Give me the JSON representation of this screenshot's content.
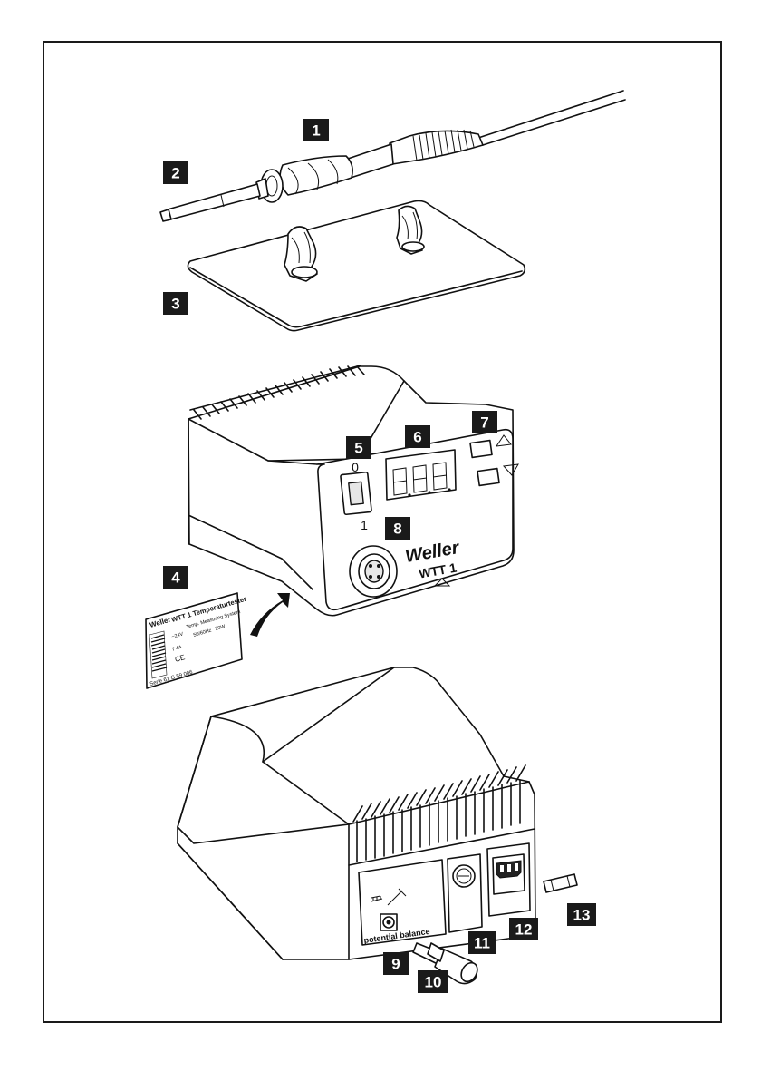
{
  "callouts": [
    {
      "id": "1",
      "label": "1"
    },
    {
      "id": "2",
      "label": "2"
    },
    {
      "id": "3",
      "label": "3"
    },
    {
      "id": "4",
      "label": "4"
    },
    {
      "id": "5",
      "label": "5"
    },
    {
      "id": "6",
      "label": "6"
    },
    {
      "id": "7",
      "label": "7"
    },
    {
      "id": "8",
      "label": "8"
    },
    {
      "id": "9",
      "label": "9"
    },
    {
      "id": "10",
      "label": "10"
    },
    {
      "id": "11",
      "label": "11"
    },
    {
      "id": "12",
      "label": "12"
    },
    {
      "id": "13",
      "label": "13"
    }
  ],
  "front_panel": {
    "switch_off": "0",
    "switch_on": "1",
    "brand": "Weller",
    "model": "WTT 1"
  },
  "rating_plate": {
    "brand": "Weller",
    "title": "WTT 1 Temperaturtester",
    "subtitle": "Temp. Measuring System",
    "voltage": "~24V",
    "frequency": "50/60Hz",
    "power": "20W",
    "fuse": "T 4A",
    "mark": "CE",
    "serial": "Serie 61 G 59 006"
  },
  "rear_panel": {
    "potential_balance": "potential balance"
  }
}
